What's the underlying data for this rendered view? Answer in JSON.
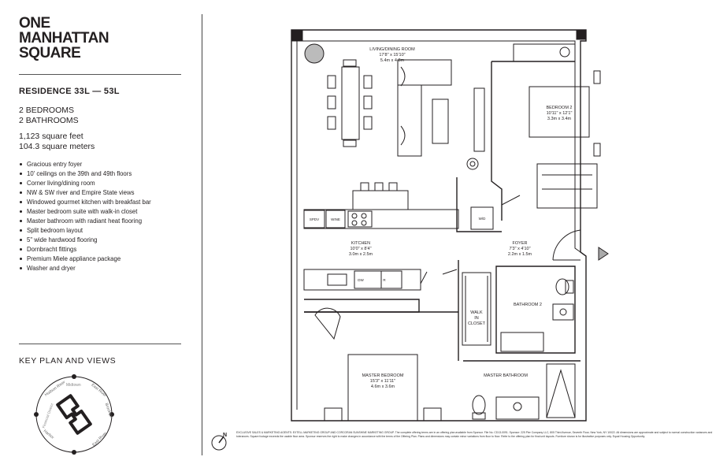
{
  "brand": {
    "line1": "ONE",
    "line2": "MANHATTAN",
    "line3": "SQUARE"
  },
  "residence": "RESIDENCE 33L — 53L",
  "specs": {
    "bedrooms": "2 BEDROOMS",
    "bathrooms": "2 BATHROOMS",
    "sqft": "1,123 square feet",
    "sqm": "104.3 square meters"
  },
  "features": [
    "Gracious entry foyer",
    "10' ceilings on the 39th and 49th floors",
    "Corner living/dining room",
    "NW & SW river and Empire State views",
    "Windowed gourmet kitchen with breakfast bar",
    "Master bedroom suite with walk-in closet",
    "Master bathroom with radiant heat flooring",
    "Split bedroom layout",
    "5\" wide hardwood flooring",
    "Dornbracht fittings",
    "Premium Miele appliance package",
    "Washer and dryer"
  ],
  "keyplan": {
    "title": "KEY PLAN AND VIEWS",
    "views": [
      "Hudson River",
      "East River",
      "Brooklyn",
      "East River",
      "Harbor",
      "Financial District",
      "Midtown"
    ]
  },
  "rooms": {
    "living": {
      "name": "LIVING/DINING ROOM",
      "imperial": "17'8\" x 15'10\"",
      "metric": "5.4m x 4.8m"
    },
    "bedroom2": {
      "name": "BEDROOM 2",
      "imperial": "10'11\" x 12'1\"",
      "metric": "3.3m x 3.4m"
    },
    "kitchen": {
      "name": "KITCHEN",
      "imperial": "10'0\" x 8'4\"",
      "metric": "3.0m x 2.5m"
    },
    "foyer": {
      "name": "FOYER",
      "imperial": "7'3\" x 4'10\"",
      "metric": "2.2m x 1.5m"
    },
    "bathroom2": {
      "name": "BATHROOM 2"
    },
    "walkin": {
      "line1": "WALK",
      "line2": "IN",
      "line3": "CLOSET"
    },
    "master": {
      "name": "MASTER BEDROOM",
      "imperial": "15'3\" x 11'11\"",
      "metric": "4.6m x 3.6m"
    },
    "masterbath": {
      "name": "MASTER BATHROOM"
    }
  },
  "fixtures": {
    "wd": "W/D",
    "spdv": "SPDV",
    "wine": "WINE",
    "dw": "DW",
    "r": "R"
  },
  "north": "N",
  "disclaimer": "EXCLUSIVE SALES & MARKETING AGENTS: EXTELL MARKETING GROUP AND CORCORAN SUNSHINE MARKETING GROUP. The complete offering terms are in an offering plan available from Sponsor. File No. CD13-0091. Sponsor: 225 Pier Company LLC, 805 Third Avenue, Seventh Floor, New York, NY 10022. All dimensions are approximate and subject to normal construction variances and tolerances. Square footage exceeds the usable floor area. Sponsor reserves the right to make changes in accordance with the terms of the Offering Plan. Plans and dimensions may contain minor variations from floor to floor. Refer to the offering plan for final unit layouts. Furniture shown is for illustrative purposes only. Equal Housing Opportunity."
}
